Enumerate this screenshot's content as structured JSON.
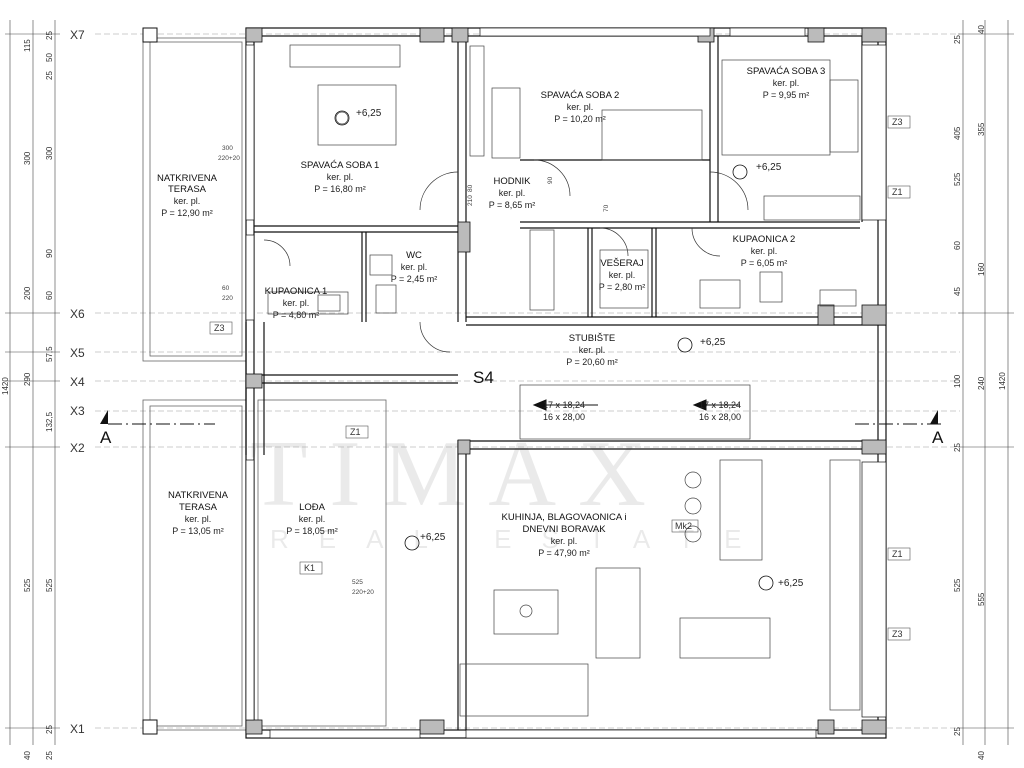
{
  "axes": [
    {
      "id": "x7",
      "label": "X7"
    },
    {
      "id": "x6",
      "label": "X6"
    },
    {
      "id": "x5",
      "label": "X5"
    },
    {
      "id": "x4",
      "label": "X4"
    },
    {
      "id": "x3",
      "label": "X3"
    },
    {
      "id": "x2",
      "label": "X2"
    },
    {
      "id": "x1",
      "label": "X1"
    }
  ],
  "rooms": {
    "natkrivena_terasa_1": {
      "title1": "NATKRIVENA",
      "title2": "TERASA",
      "floor": "ker. pl.",
      "area": "P = 12,90 m²"
    },
    "spavaca_soba_1": {
      "title": "SPAVAĆA SOBA 1",
      "floor": "ker. pl.",
      "area": "P = 16,80 m²"
    },
    "spavaca_soba_2": {
      "title": "SPAVAĆA SOBA 2",
      "floor": "ker. pl.",
      "area": "P = 10,20 m²"
    },
    "spavaca_soba_3": {
      "title": "SPAVAĆA SOBA 3",
      "floor": "ker. pl.",
      "area": "P = 9,95 m²"
    },
    "hodnik": {
      "title": "HODNIK",
      "floor": "ker. pl.",
      "area": "P = 8,65 m²"
    },
    "wc": {
      "title": "WC",
      "floor": "ker. pl.",
      "area": "P = 2,45 m²"
    },
    "kupaonica_1": {
      "title": "KUPAONICA 1",
      "floor": "ker. pl.",
      "area": "P = 4,80 m²"
    },
    "veseraj": {
      "title": "VEŠERAJ",
      "floor": "ker. pl.",
      "area": "P = 2,80 m²"
    },
    "kupaonica_2": {
      "title": "KUPAONICA 2",
      "floor": "ker. pl.",
      "area": "P = 6,05 m²"
    },
    "stubiste": {
      "title": "STUBIŠTE",
      "floor": "ker. pl.",
      "area": "P = 20,60 m²"
    },
    "natkrivena_terasa_2": {
      "title1": "NATKRIVENA",
      "title2": "TERASA",
      "floor": "ker. pl.",
      "area": "P = 13,05 m²"
    },
    "loda": {
      "title": "LOĐA",
      "floor": "ker. pl.",
      "area": "P = 18,05 m²"
    },
    "kuhinja": {
      "title1": "KUHINJA, BLAGOVAONICA i",
      "title2": "DNEVNI BORAVAK",
      "floor": "ker. pl.",
      "area": "P = 47,90 m²"
    }
  },
  "elevation": "+6,25",
  "stairs": [
    {
      "line1": "17 x 18,24",
      "line2": "16 x 28,00"
    },
    {
      "line1": "17 x 18,24",
      "line2": "16 x 28,00"
    }
  ],
  "level_label": "S4",
  "section_marker": "A",
  "tags": {
    "z1": "Z1",
    "z3": "Z3",
    "k1": "K1",
    "mk2": "Mk2"
  },
  "left_dims": [
    "115",
    "25",
    "50",
    "25",
    "300",
    "300",
    "90",
    "60",
    "200",
    "57,5",
    "290",
    "132,5",
    "525",
    "525",
    "25",
    "40",
    "25"
  ],
  "right_dims": [
    "40",
    "25",
    "405",
    "355",
    "525",
    "60",
    "160",
    "45",
    "240",
    "100",
    "1420",
    "25",
    "525",
    "555",
    "25",
    "40"
  ],
  "left_total": "1420",
  "door_labels": {
    "d1": "80",
    "d2": "210",
    "d3": "90",
    "d4": "70",
    "d5": "60",
    "d6": "220"
  },
  "window_labels": {
    "w1": "300",
    "w2": "220+20",
    "w3": "525",
    "w4": "220+20"
  },
  "watermark": {
    "main": "TIMAX",
    "sub": "REAL ESTATE"
  }
}
